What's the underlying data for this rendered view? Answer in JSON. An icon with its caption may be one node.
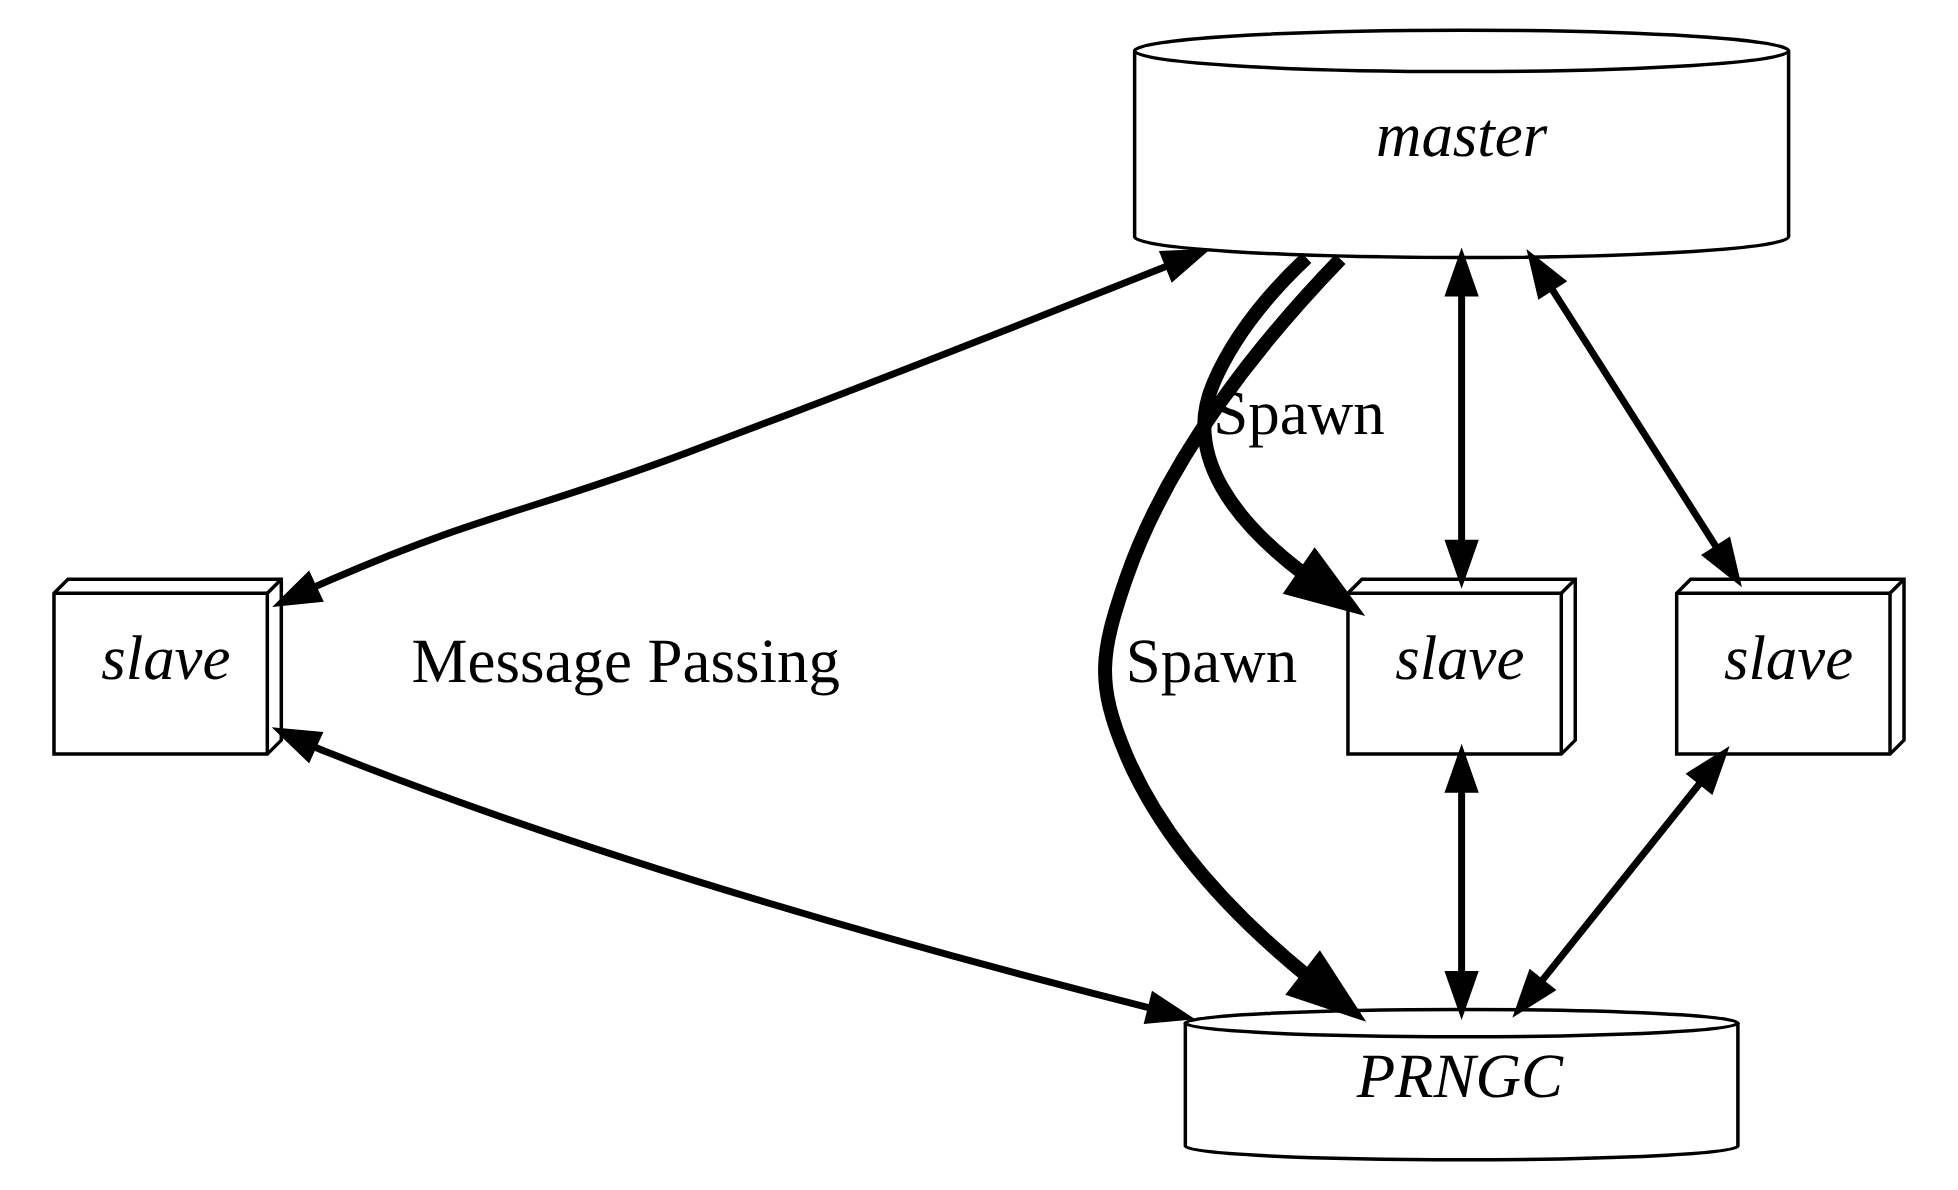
{
  "diagram": {
    "nodes": [
      {
        "text": [
          "master"
        ]
      },
      {
        "text": [
          "slave"
        ]
      },
      {
        "text": [
          "slave"
        ]
      },
      {
        "text": [
          "slave"
        ]
      },
      {
        "text": [
          "PRNGC"
        ]
      }
    ],
    "edges": [
      {
        "from": 0,
        "to": 1,
        "arrow": "to",
        "label": "Spawn",
        "style": "thick"
      },
      {
        "from": 0,
        "to": 4,
        "arrow": "to",
        "label": "Spawn",
        "style": "thick"
      },
      {
        "from": 0,
        "to": 1,
        "arrow": "both"
      },
      {
        "from": 0,
        "to": 2,
        "arrow": "both"
      },
      {
        "from": 0,
        "to": 3,
        "arrow": "both"
      },
      {
        "from": 1,
        "to": 4,
        "arrow": "both"
      },
      {
        "from": 2,
        "to": 4,
        "arrow": "both"
      },
      {
        "from": 3,
        "to": 4,
        "arrow": "both"
      }
    ],
    "labels": [
      "Message Passing"
    ]
  }
}
